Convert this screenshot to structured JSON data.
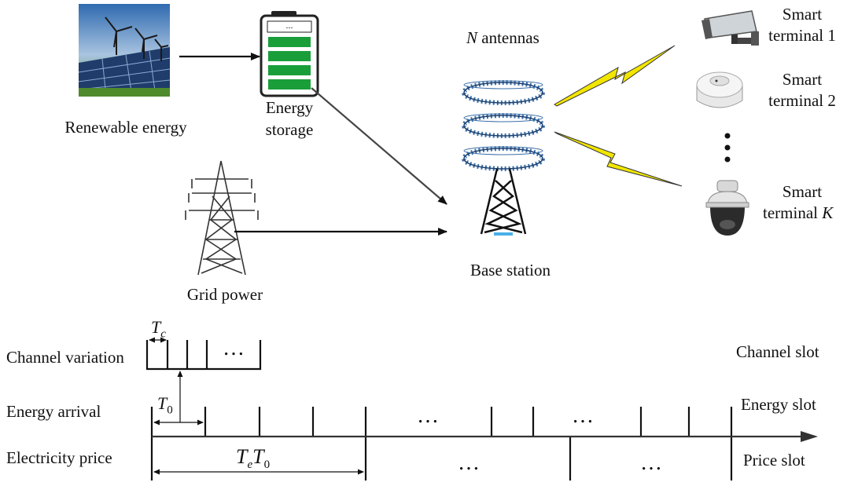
{
  "sources": {
    "renewable": "Renewable energy",
    "storage_line1": "Energy",
    "storage_line2": "storage",
    "storage_display": "---",
    "grid": "Grid power"
  },
  "base_station": {
    "antennas_symbol": "N",
    "antennas_text": " antennas",
    "label": "Base station"
  },
  "terminals": {
    "t1_line1": "Smart",
    "t1_line2": "terminal 1",
    "t2_line1": "Smart",
    "t2_line2": "terminal 2",
    "tk_line1": "Smart",
    "tk_line2": "terminal",
    "tk_symbol": "K"
  },
  "timeline": {
    "row_channel": "Channel variation",
    "row_energy": "Energy arrival",
    "row_price": "Electricity price",
    "slot_channel": "Channel slot",
    "slot_energy": "Energy slot",
    "slot_price": "Price slot",
    "tc_main": "T",
    "tc_sub": "c",
    "t0_main": "T",
    "t0_sub": "0",
    "te_main": "T",
    "te_sub": "e",
    "te_main2": "T",
    "te_sub2": "0",
    "dots": "…"
  },
  "colors": {
    "battery_green": "#1a9e3a",
    "lightning": "#f2e600",
    "antenna_blue": "#3b6fa8",
    "line": "#111111"
  }
}
